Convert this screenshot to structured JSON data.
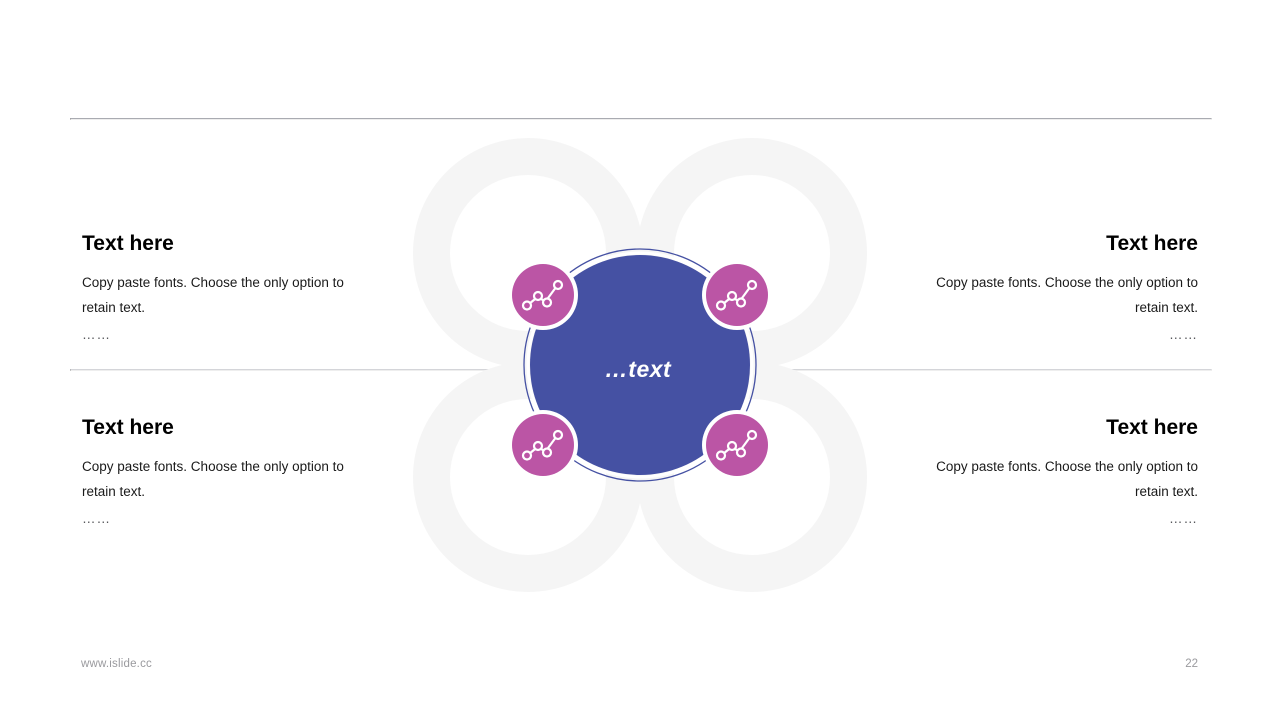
{
  "slide": {
    "page_number": "22",
    "website": "www.islide.cc",
    "center_label": "…text"
  },
  "colors": {
    "center_circle": "#4551a3",
    "center_outline": "#4551a3",
    "node_circle": "#bb55a5",
    "petal_gray": "#f5f5f5",
    "divider_top": "#a9abb1",
    "divider_mid": "#d4d5d9",
    "heading": "#000000",
    "body_text": "#1a1a1a",
    "footer_text": "#9a9a9e",
    "icon_stroke": "#ffffff"
  },
  "blocks": [
    {
      "position": "top-left",
      "heading": "Text here",
      "body": "Copy paste fonts. Choose the only option to retain text.",
      "ellipsis": "……"
    },
    {
      "position": "bottom-left",
      "heading": "Text here",
      "body": "Copy paste fonts. Choose the only option to retain text.",
      "ellipsis": "……"
    },
    {
      "position": "top-right",
      "heading": "Text here",
      "body": "Copy paste fonts. Choose the only option to retain text.",
      "ellipsis": "……"
    },
    {
      "position": "bottom-right",
      "heading": "Text here",
      "body": "Copy paste fonts. Choose the only option to retain text.",
      "ellipsis": "……"
    }
  ],
  "nodes": [
    {
      "id": "node-top-left",
      "icon": "line-chart-icon"
    },
    {
      "id": "node-top-right",
      "icon": "line-chart-icon"
    },
    {
      "id": "node-bottom-left",
      "icon": "line-chart-icon"
    },
    {
      "id": "node-bottom-right",
      "icon": "line-chart-icon"
    }
  ]
}
